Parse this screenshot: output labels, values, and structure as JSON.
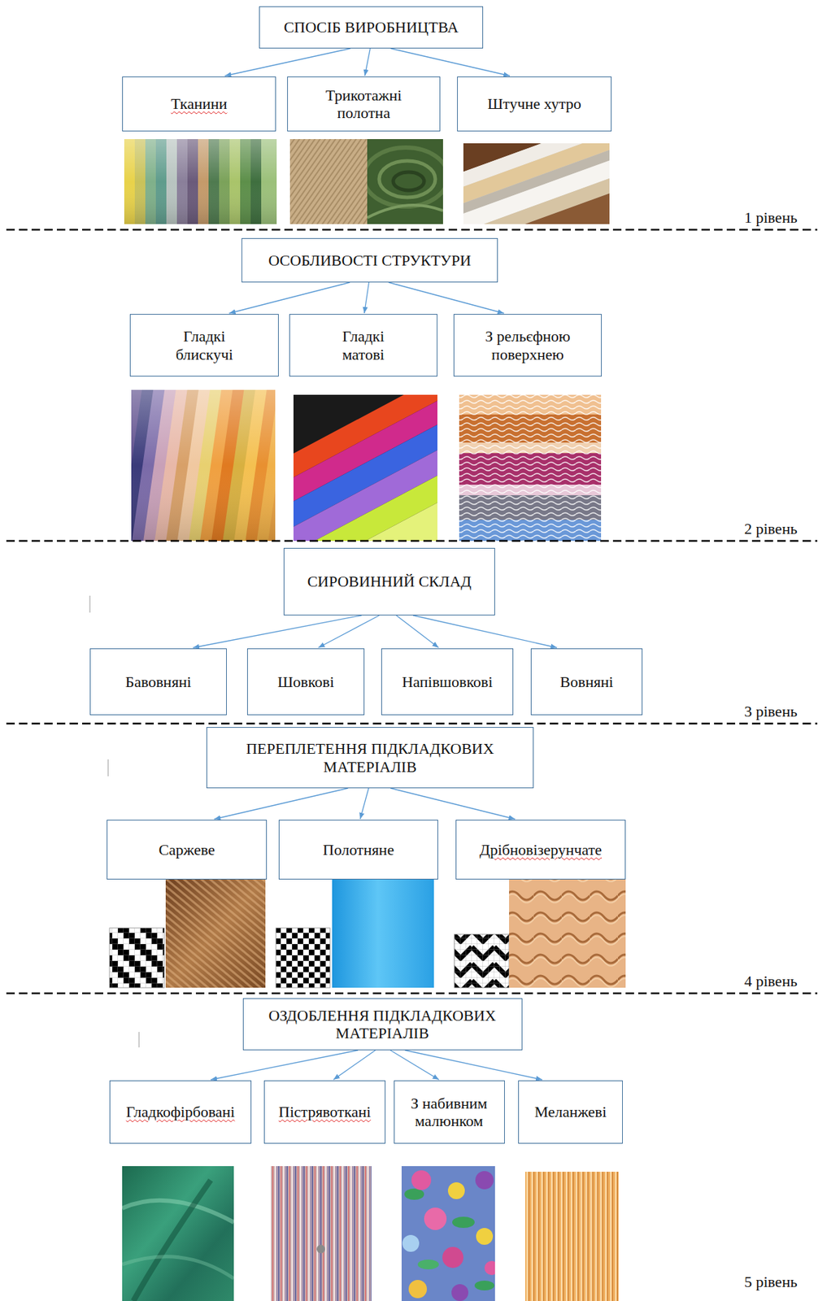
{
  "diagram": {
    "nodes": [
      {
        "text": [
          "СПОСІБ ВИРОБНИЦТВА"
        ]
      },
      {
        "text": [
          "Тканини"
        ]
      },
      {
        "text": [
          "Трикотажні полотна"
        ]
      },
      {
        "text": [
          "Штучне хутро"
        ]
      },
      {
        "text": [
          "ОСОБЛИВОСТІ СТРУКТУРИ"
        ]
      },
      {
        "text": [
          "Гладкі блискучі"
        ]
      },
      {
        "text": [
          "Гладкі матові"
        ]
      },
      {
        "text": [
          "З рельєфною поверхнею"
        ]
      },
      {
        "text": [
          "СИРОВИННИЙ СКЛАД"
        ]
      },
      {
        "text": [
          "Бавовняні"
        ]
      },
      {
        "text": [
          "Шовкові"
        ]
      },
      {
        "text": [
          "Напівшовкові"
        ]
      },
      {
        "text": [
          "Вовняні"
        ]
      },
      {
        "text": [
          "ПЕРЕПЛЕТЕННЯ ПІДКЛАДКОВИХ МАТЕРІАЛІВ"
        ]
      },
      {
        "text": [
          "Саржеве"
        ]
      },
      {
        "text": [
          "Полотняне"
        ]
      },
      {
        "text": [
          "Дрібновізерунчате"
        ]
      },
      {
        "text": [
          "ОЗДОБЛЕННЯ ПІДКЛАДКОВИХ МАТЕРІАЛІВ"
        ]
      },
      {
        "text": [
          "Гладкофірбовані"
        ]
      },
      {
        "text": [
          "Пістрявоткані"
        ]
      },
      {
        "text": [
          "З набивним малюнком"
        ]
      },
      {
        "text": [
          "Меланжеві"
        ]
      }
    ],
    "edges": [
      {
        "from": 0,
        "to": 1,
        "arrow": "to"
      },
      {
        "from": 0,
        "to": 2,
        "arrow": "to"
      },
      {
        "from": 0,
        "to": 3,
        "arrow": "to"
      },
      {
        "from": 4,
        "to": 5,
        "arrow": "to"
      },
      {
        "from": 4,
        "to": 6,
        "arrow": "to"
      },
      {
        "from": 4,
        "to": 7,
        "arrow": "to"
      },
      {
        "from": 8,
        "to": 9,
        "arrow": "to"
      },
      {
        "from": 8,
        "to": 10,
        "arrow": "to"
      },
      {
        "from": 8,
        "to": 11,
        "arrow": "to"
      },
      {
        "from": 8,
        "to": 12,
        "arrow": "to"
      },
      {
        "from": 13,
        "to": 14,
        "arrow": "to"
      },
      {
        "from": 13,
        "to": 15,
        "arrow": "to"
      },
      {
        "from": 13,
        "to": 16,
        "arrow": "to"
      },
      {
        "from": 17,
        "to": 18,
        "arrow": "to"
      },
      {
        "from": 17,
        "to": 19,
        "arrow": "to"
      },
      {
        "from": 17,
        "to": 20,
        "arrow": "to"
      },
      {
        "from": 17,
        "to": 21,
        "arrow": "to"
      }
    ],
    "labels": [
      "1 рівень",
      "2 рівень",
      "3 рівень",
      "4 рівень",
      "5 рівень"
    ]
  }
}
